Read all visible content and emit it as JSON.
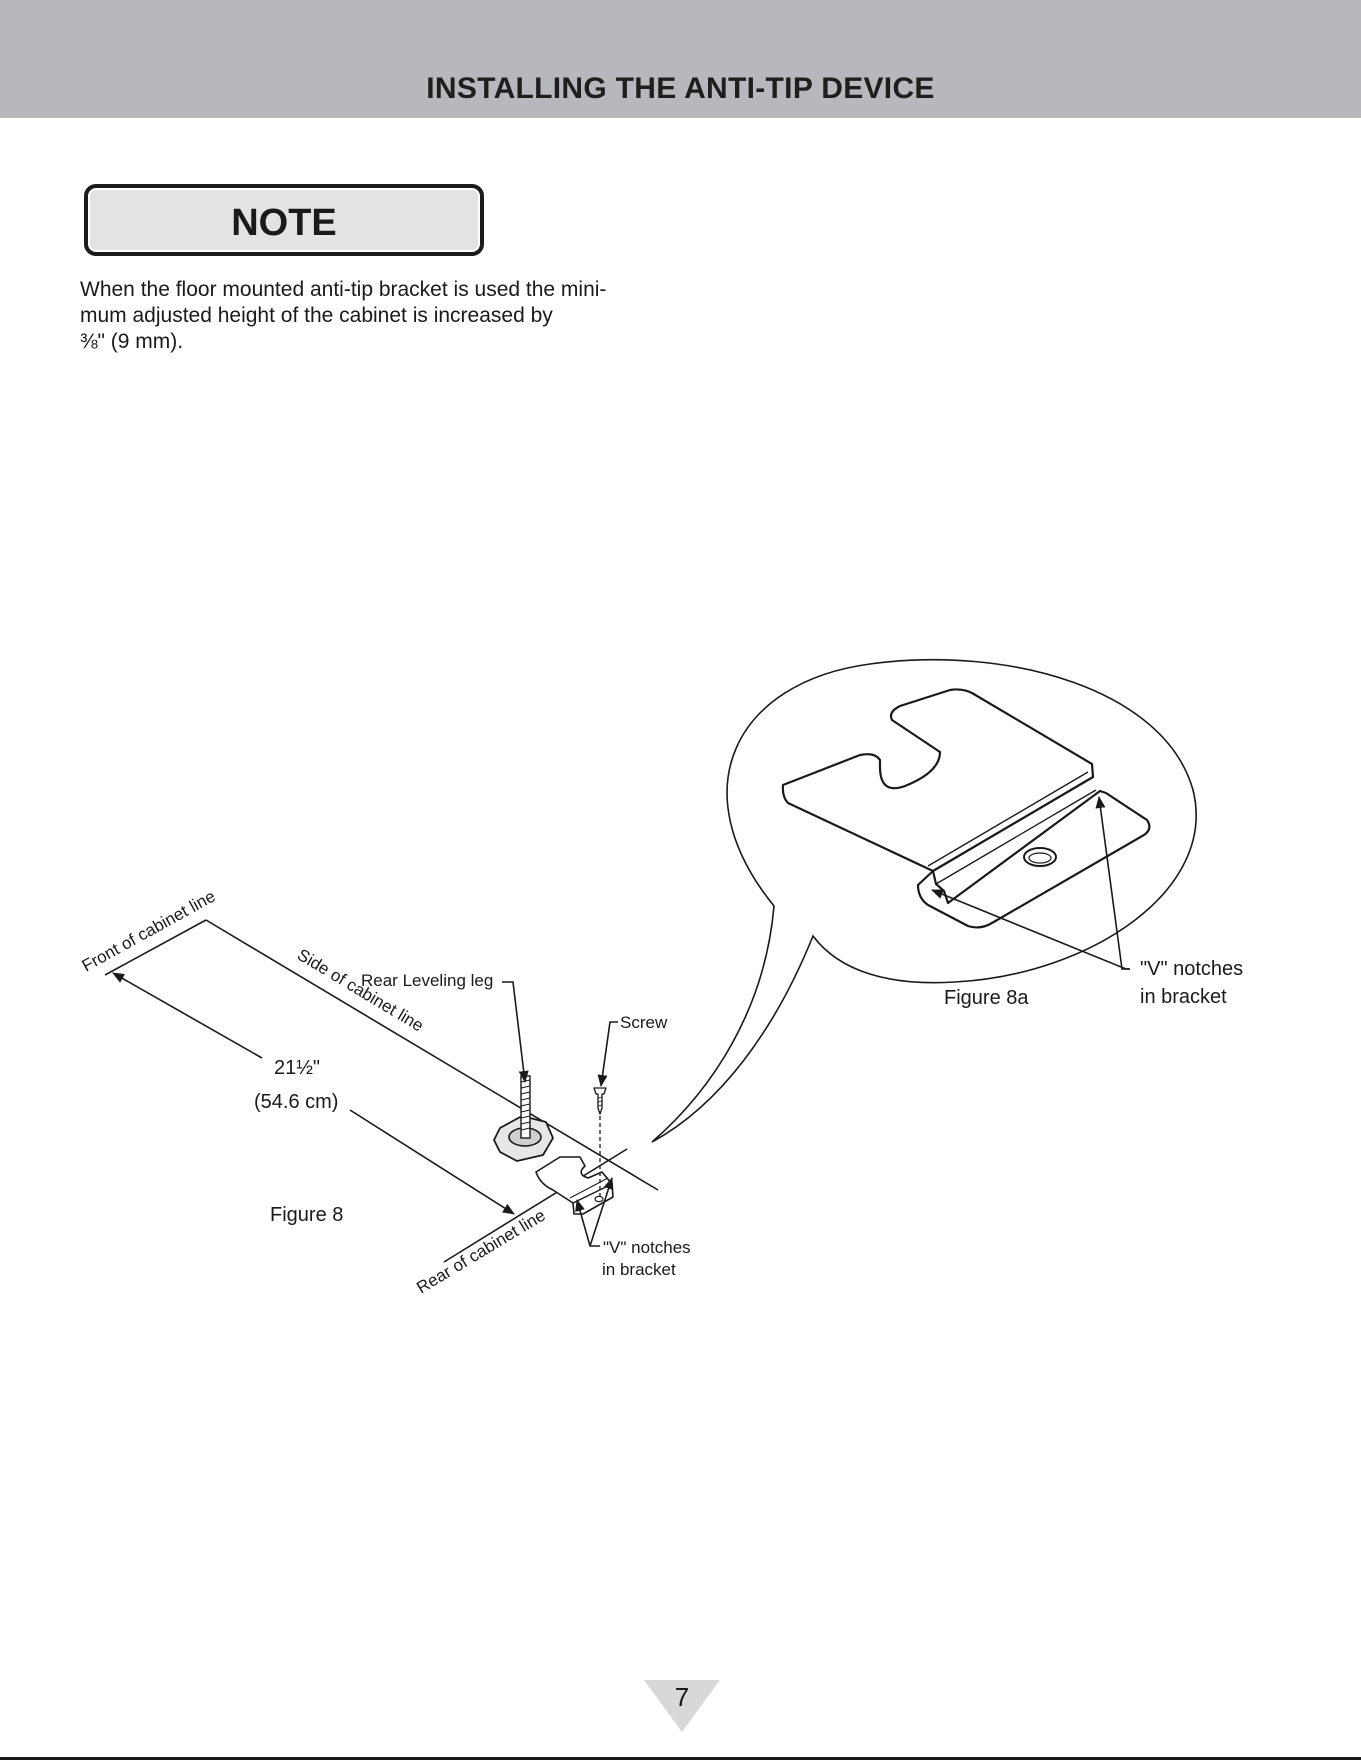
{
  "header": {
    "title": "INSTALLING THE ANTI-TIP DEVICE"
  },
  "note": {
    "title": "NOTE",
    "lines": [
      "When the floor mounted anti-tip bracket is used the mini-",
      "mum adjusted height of the cabinet is increased by",
      "⅜\" (9 mm)."
    ]
  },
  "figure8": {
    "caption": "Figure 8",
    "labels": {
      "front_line": "Front of cabinet line",
      "side_line": "Side of cabinet line",
      "rear_line": "Rear of cabinet line",
      "dimension_imperial": "21½\"",
      "dimension_metric": "(54.6 cm)",
      "leveling_leg": "Rear Leveling leg",
      "screw": "Screw",
      "notches_line1": "\"V\" notches",
      "notches_line2": "in bracket"
    }
  },
  "figure8a": {
    "caption": "Figure 8a",
    "labels": {
      "notches_line1": "\"V\" notches",
      "notches_line2": "in bracket"
    }
  },
  "footer": {
    "page_number": "7"
  }
}
